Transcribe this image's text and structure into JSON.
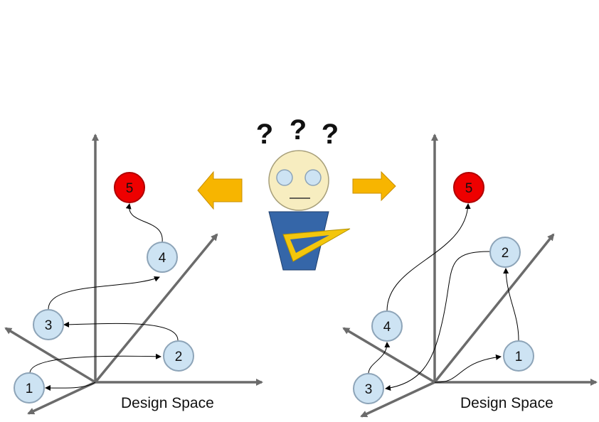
{
  "left_panel": {
    "caption": "Design Space",
    "nodes": [
      {
        "label": "1",
        "kind": "step"
      },
      {
        "label": "2",
        "kind": "step"
      },
      {
        "label": "3",
        "kind": "step"
      },
      {
        "label": "4",
        "kind": "step"
      },
      {
        "label": "5",
        "kind": "goal"
      }
    ]
  },
  "right_panel": {
    "caption": "Design Space",
    "nodes": [
      {
        "label": "1",
        "kind": "step"
      },
      {
        "label": "2",
        "kind": "step"
      },
      {
        "label": "3",
        "kind": "step"
      },
      {
        "label": "4",
        "kind": "step"
      },
      {
        "label": "5",
        "kind": "goal"
      }
    ]
  },
  "center": {
    "question_marks": [
      "?",
      "?",
      "?"
    ],
    "figure_icon": "designer-with-set-square-icon",
    "left_arrow_icon": "arrow-left-icon",
    "right_arrow_icon": "arrow-right-icon"
  },
  "colors": {
    "axis": "#6b6b6b",
    "step_fill": "#cde3f3",
    "step_stroke": "#8da4b8",
    "goal_fill": "#ee0000",
    "goal_stroke": "#b00000",
    "arrow_fill": "#f7b500",
    "shirt": "#3566a8",
    "set_square": "#f3c60c",
    "face": "#f7edc0"
  }
}
